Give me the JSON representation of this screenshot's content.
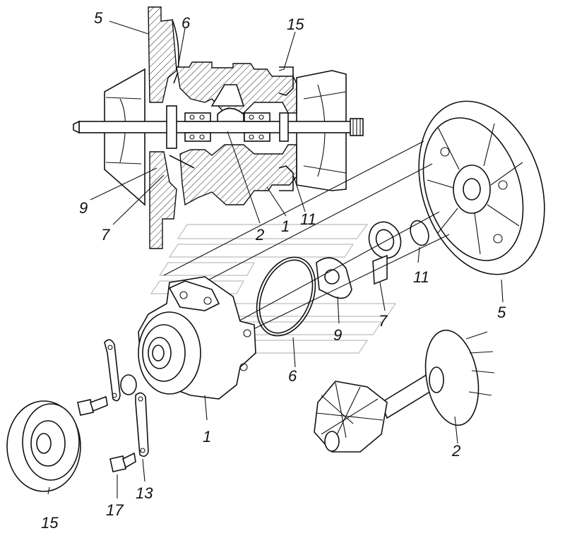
{
  "labels": {
    "top_5": "5",
    "top_6": "6",
    "top_15": "15",
    "top_9": "9",
    "top_7": "7",
    "top_2": "2",
    "top_1": "1",
    "top_11": "11",
    "exp_11": "11",
    "exp_5": "5",
    "exp_7": "7",
    "exp_9": "9",
    "exp_6": "6",
    "exp_1": "1",
    "exp_2": "2",
    "exp_15": "15",
    "exp_17": "17",
    "exp_13": "13"
  }
}
